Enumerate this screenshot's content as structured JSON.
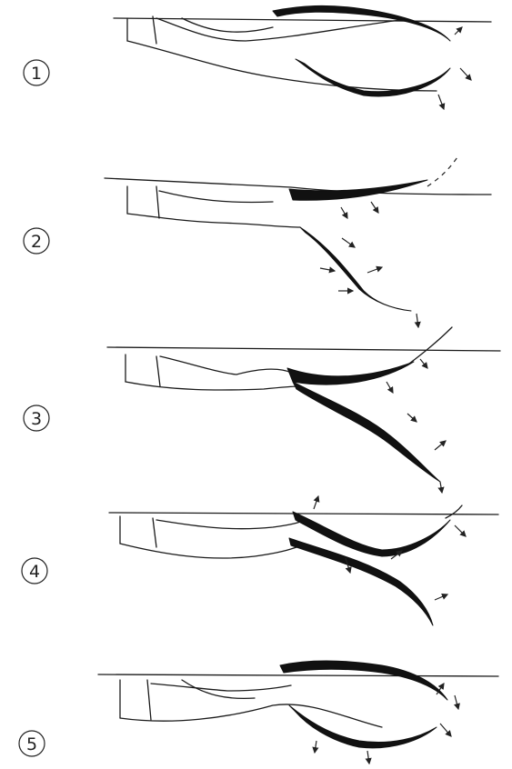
{
  "figure": {
    "panels": [
      {
        "number": "1",
        "state": "both-valves-open"
      },
      {
        "number": "2",
        "state": "upper-closed-lower-open"
      },
      {
        "number": "3",
        "state": "crossing"
      },
      {
        "number": "4",
        "state": "crossing-variant"
      },
      {
        "number": "5",
        "state": "both-valves-open"
      }
    ]
  }
}
